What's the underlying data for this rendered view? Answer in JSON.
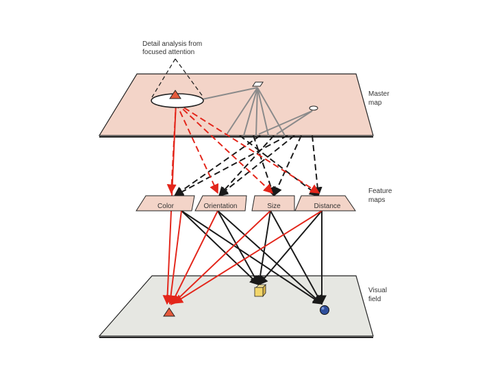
{
  "annotation": {
    "line1": "Detail analysis from",
    "line2": "focused attention"
  },
  "layers": {
    "master": {
      "label_line1": "Master",
      "label_line2": "map",
      "fill": "#f3d4c8"
    },
    "features": {
      "label_line1": "Feature",
      "label_line2": "maps",
      "fill": "#f3d4c8"
    },
    "visual": {
      "label_line1": "Visual",
      "label_line2": "field",
      "fill": "#e6e7e2"
    }
  },
  "feature_maps": [
    "Color",
    "Orientation",
    "Size",
    "Distance"
  ],
  "colors": {
    "attention": "#e3261b",
    "dark_connection": "#1a1a1a",
    "gray_connection": "#8a8a8a",
    "triangle": "#e55a3c",
    "cube": "#f2d66b",
    "sphere": "#2f4f9c",
    "outline": "#222222"
  },
  "icons": {
    "focus_spotlight": "ellipse-spotlight-icon",
    "master_triangle": "triangle-icon",
    "master_diamond": "diamond-icon",
    "master_ellipse": "small-ellipse-icon",
    "field_triangle": "triangle-icon",
    "field_cube": "cube-icon",
    "field_sphere": "sphere-icon"
  }
}
